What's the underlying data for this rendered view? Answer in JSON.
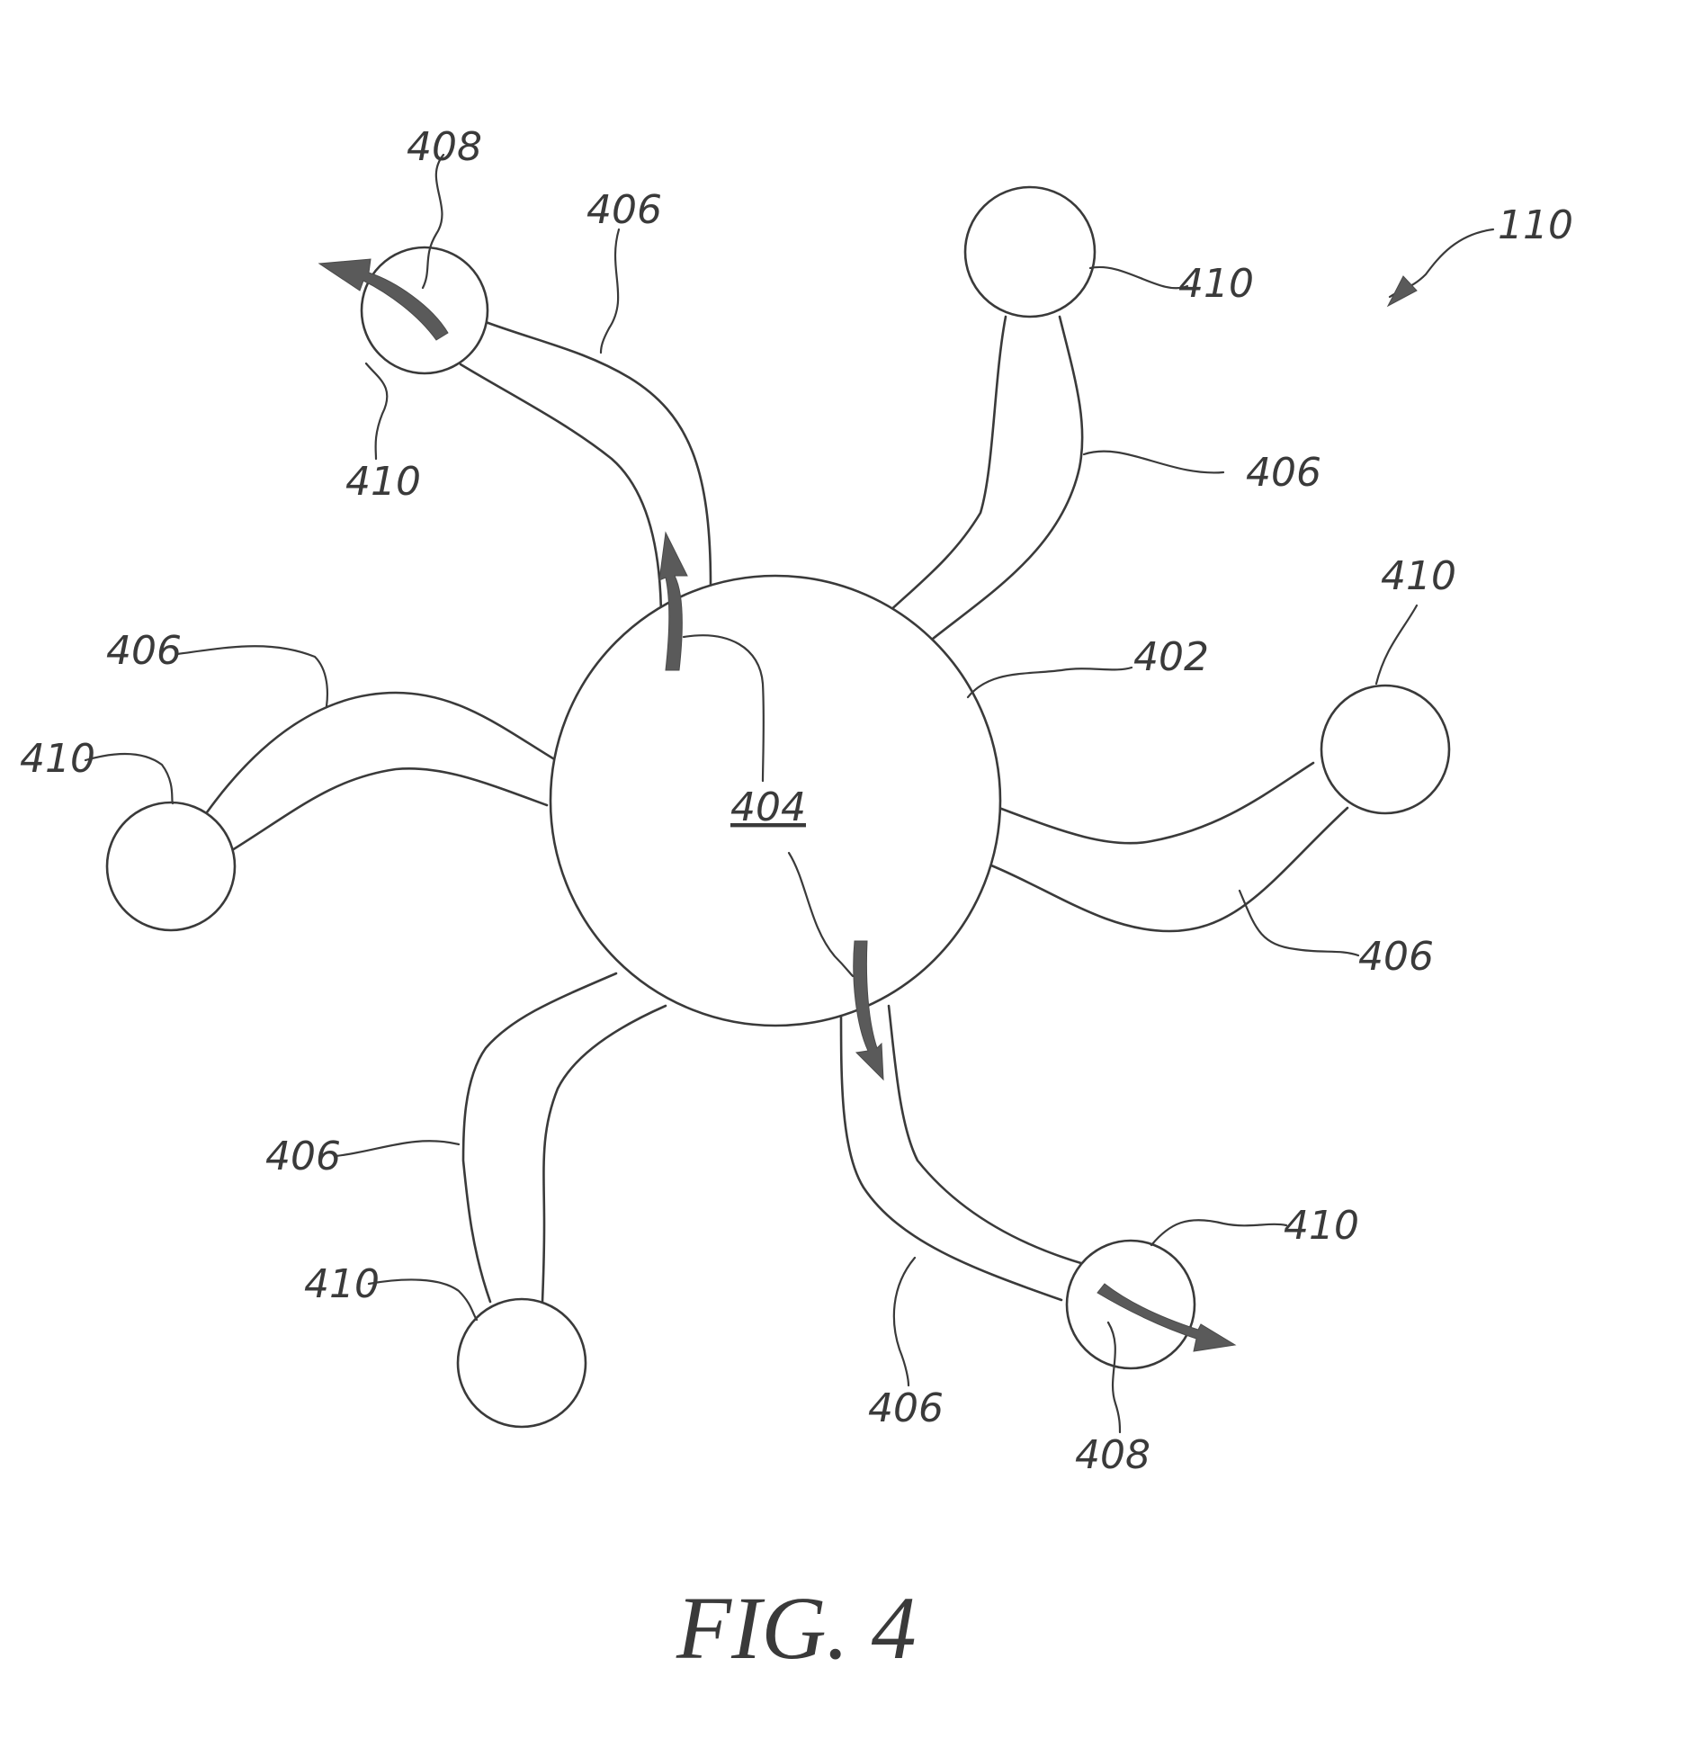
{
  "figure": {
    "caption": "FIG. 4",
    "assembly_ref": "110",
    "hub": {
      "outline_ref": "402",
      "center_ref": "404"
    },
    "arm_ref": "406",
    "rotation_ref": "408",
    "end_ref": "410",
    "colors": {
      "line": "#3a3a3a",
      "arrow_fill": "#5a5a5a",
      "background": "#ffffff"
    },
    "arrow_icon": "curved-rotation-arrow"
  }
}
